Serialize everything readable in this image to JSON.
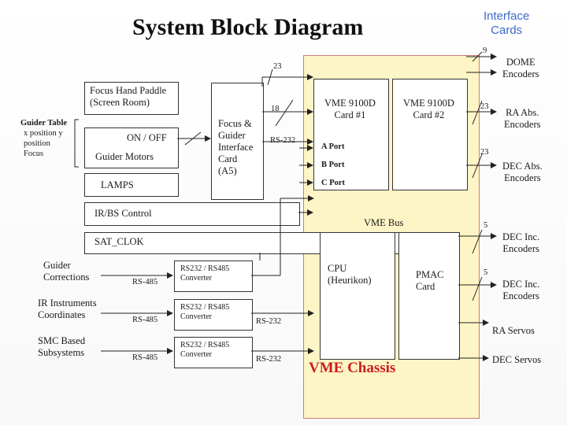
{
  "title": "System Block Diagram",
  "interface_cards_label": "Interface\nCards",
  "colors": {
    "chassis_fill": "#fef5c6",
    "chassis_border": "#c87d7d",
    "accent_blue": "#3b69c9",
    "chassis_label": "#c81e1e"
  },
  "left": {
    "focus_hand_paddle": "Focus Hand Paddle\n(Screen Room)",
    "guider_table": "Guider Table",
    "guider_table_items": "x position y\nposition\nFocus",
    "on_off": "ON / OFF",
    "guider_motors": "Guider Motors",
    "lamps": "LAMPS",
    "ir_bs_control": "IR/BS Control",
    "sat_clok": "SAT_CLOK",
    "guider_corrections": "Guider\nCorrections",
    "ir_instruments": "IR Instruments\nCoordinates",
    "smc_subsystems": "SMC Based\nSubsystems",
    "rs485_1": "RS-485",
    "rs485_2": "RS-485",
    "rs485_3": "RS-485",
    "converter_1": "RS232 / RS485\nConverter",
    "converter_2": "RS232 / RS485\nConverter",
    "converter_3": "RS232 / RS485\nConverter"
  },
  "middle": {
    "focus_card": "Focus &\nGuider\nInterface\nCard\n(A5)",
    "n23_top": "23",
    "n18": "18",
    "rs232_top": "RS-232",
    "rs232_mid": "RS-232",
    "rs232_bot": "RS-232"
  },
  "chassis": {
    "vme_card1": "VME 9100D\nCard #1",
    "vme_card2": "VME 9100D\nCard #2",
    "a_port": "A Port",
    "b_port": "B Port",
    "c_port": "C Port",
    "vme_bus": "VME Bus",
    "cpu": "CPU\n(Heurikon)",
    "pmac": "PMAC\nCard",
    "label": "VME Chassis"
  },
  "right": {
    "n9": "9",
    "n23a": "23",
    "n23b": "23",
    "n5a": "5",
    "n5b": "5",
    "dome": "DOME\nEncoders",
    "ra_abs": "RA Abs.\nEncoders",
    "dec_abs": "DEC Abs.\nEncoders",
    "dec_inc1": "DEC Inc.\nEncoders",
    "dec_inc2": "DEC Inc.\nEncoders",
    "ra_servos": "RA Servos",
    "dec_servos": "DEC Servos"
  }
}
